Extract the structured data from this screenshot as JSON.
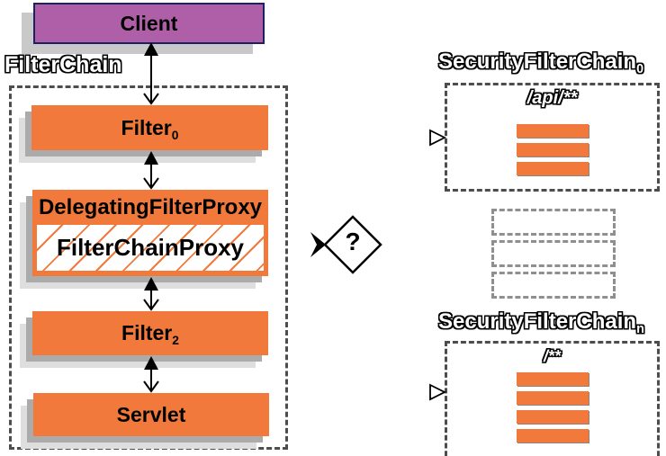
{
  "filter_chain": {
    "label": "FilterChain",
    "client_label": "Client",
    "filter0": {
      "label": "Filter",
      "sub": "0"
    },
    "delegating_proxy": {
      "label": "DelegatingFilterProxy",
      "inner_label": "FilterChainProxy"
    },
    "filter2": {
      "label": "Filter",
      "sub": "2"
    },
    "servlet_label": "Servlet"
  },
  "decision_label": "?",
  "security_chain_0": {
    "title": "SecurityFilterChain",
    "sub": "0",
    "pattern": "/api/**",
    "filter_bar_count": 3
  },
  "security_chain_n": {
    "title": "SecurityFilterChain",
    "sub": "n",
    "pattern": "/**",
    "filter_bar_count": 4
  },
  "placeholder_box_count": 3,
  "colors": {
    "box_orange": "#F0793B",
    "client_purple": "#AE5FA7",
    "client_border_navy": "#1E2161",
    "shadow_near_gray": "#ABABAB",
    "shadow_far_gray": "#DEDEDE",
    "background": "#FFFFFF"
  }
}
